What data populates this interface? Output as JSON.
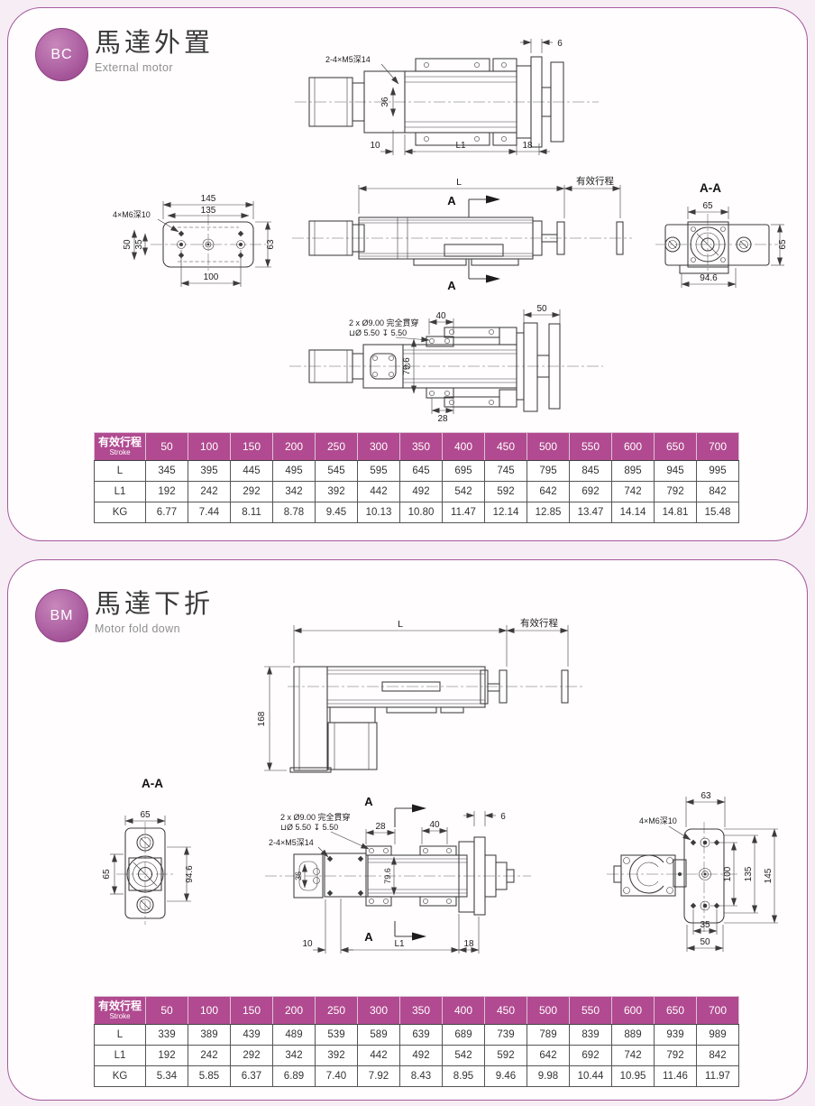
{
  "page": {
    "bg": "#f7eef5",
    "panel_border": "#a55a9e",
    "accent": "#b14a90"
  },
  "bc": {
    "badge": "BC",
    "title": "馬達外置",
    "subtitle": "External motor",
    "labels": {
      "t6": "6",
      "tm5": "2-4×M5深14",
      "t36": "36",
      "t10": "10",
      "tL1": "L1",
      "t18": "18",
      "p145": "145",
      "p135": "135",
      "pm6": "4×M6深10",
      "p50": "50",
      "p35": "35",
      "p63": "63",
      "p100": "100",
      "sL": "L",
      "sStroke": "有效行程",
      "sA": "A",
      "aaTitle": "A-A",
      "aa65t": "65",
      "aa65r": "65",
      "aa946": "94.6",
      "bNote1": "2 x Ø9.00 完全貫穿",
      "bNote2": "⊔Ø 5.50 ↧ 5.50",
      "b40": "40",
      "b50": "50",
      "b796": "79.6",
      "b28": "28"
    },
    "table": {
      "header_title": "有效行程",
      "header_subtitle": "Stroke",
      "strokes": [
        "50",
        "100",
        "150",
        "200",
        "250",
        "300",
        "350",
        "400",
        "450",
        "500",
        "550",
        "600",
        "650",
        "700"
      ],
      "rows": [
        {
          "label": "L",
          "values": [
            "345",
            "395",
            "445",
            "495",
            "545",
            "595",
            "645",
            "695",
            "745",
            "795",
            "845",
            "895",
            "945",
            "995"
          ]
        },
        {
          "label": "L1",
          "values": [
            "192",
            "242",
            "292",
            "342",
            "392",
            "442",
            "492",
            "542",
            "592",
            "642",
            "692",
            "742",
            "792",
            "842"
          ]
        },
        {
          "label": "KG",
          "values": [
            "6.77",
            "7.44",
            "8.11",
            "8.78",
            "9.45",
            "10.13",
            "10.80",
            "11.47",
            "12.14",
            "12.85",
            "13.47",
            "14.14",
            "14.81",
            "15.48"
          ]
        }
      ]
    }
  },
  "bm": {
    "badge": "BM",
    "title": "馬達下折",
    "subtitle": "Motor fold down",
    "labels": {
      "tL": "L",
      "tStroke": "有效行程",
      "t168": "168",
      "aaTitle": "A-A",
      "aa65t": "65",
      "aa65l": "65",
      "aa946": "94.6",
      "mNote1": "2 x Ø9.00 完全貫穿",
      "mNote2": "⊔Ø 5.50 ↧ 5.50",
      "mm5": "2-4×M5深14",
      "m28": "28",
      "m40": "40",
      "m6": "6",
      "m36": "36",
      "m796": "79.6",
      "m10": "10",
      "mL1": "L1",
      "m18": "18",
      "mA": "A",
      "r63": "63",
      "rm6": "4×M6深10",
      "r100": "100",
      "r135": "135",
      "r145": "145",
      "r35": "35",
      "r50": "50"
    },
    "table": {
      "header_title": "有效行程",
      "header_subtitle": "Stroke",
      "strokes": [
        "50",
        "100",
        "150",
        "200",
        "250",
        "300",
        "350",
        "400",
        "450",
        "500",
        "550",
        "600",
        "650",
        "700"
      ],
      "rows": [
        {
          "label": "L",
          "values": [
            "339",
            "389",
            "439",
            "489",
            "539",
            "589",
            "639",
            "689",
            "739",
            "789",
            "839",
            "889",
            "939",
            "989"
          ]
        },
        {
          "label": "L1",
          "values": [
            "192",
            "242",
            "292",
            "342",
            "392",
            "442",
            "492",
            "542",
            "592",
            "642",
            "692",
            "742",
            "792",
            "842"
          ]
        },
        {
          "label": "KG",
          "values": [
            "5.34",
            "5.85",
            "6.37",
            "6.89",
            "7.40",
            "7.92",
            "8.43",
            "8.95",
            "9.46",
            "9.98",
            "10.44",
            "10.95",
            "11.46",
            "11.97"
          ]
        }
      ]
    }
  }
}
